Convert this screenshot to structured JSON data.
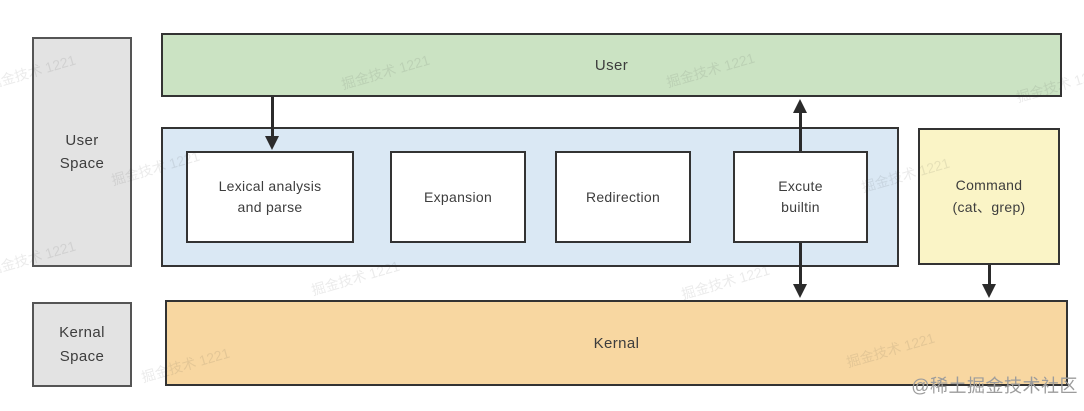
{
  "diagram": {
    "user_space": {
      "lines": [
        "User",
        "Space"
      ]
    },
    "kernel_space": {
      "lines": [
        "Kernal",
        "Space"
      ]
    },
    "user": {
      "label": "User"
    },
    "stages": [
      {
        "lines": [
          "Lexical analysis",
          "and parse"
        ]
      },
      {
        "lines": [
          "Expansion"
        ]
      },
      {
        "lines": [
          "Redirection"
        ]
      },
      {
        "lines": [
          "Excute",
          "builtin"
        ]
      }
    ],
    "command": {
      "lines": [
        "Command",
        "(cat、grep)"
      ]
    },
    "kernel": {
      "label": "Kernal"
    }
  },
  "colors": {
    "user_box": "#cbe3c3",
    "pipeline_bg": "#dae8f4",
    "stage_box": "#ffffff",
    "command_box": "#faf4c6",
    "kernel_box": "#f8d7a1",
    "space_box": "#e3e3e3",
    "border_dark": "#333333",
    "space_border": "#555555",
    "arrow": "#2b2b2b",
    "text": "#3d3d3d",
    "watermark": "#9c9c9c"
  },
  "watermarks": {
    "corner": "@稀土掘金技术社区",
    "tile": "掘金技术 1221"
  }
}
